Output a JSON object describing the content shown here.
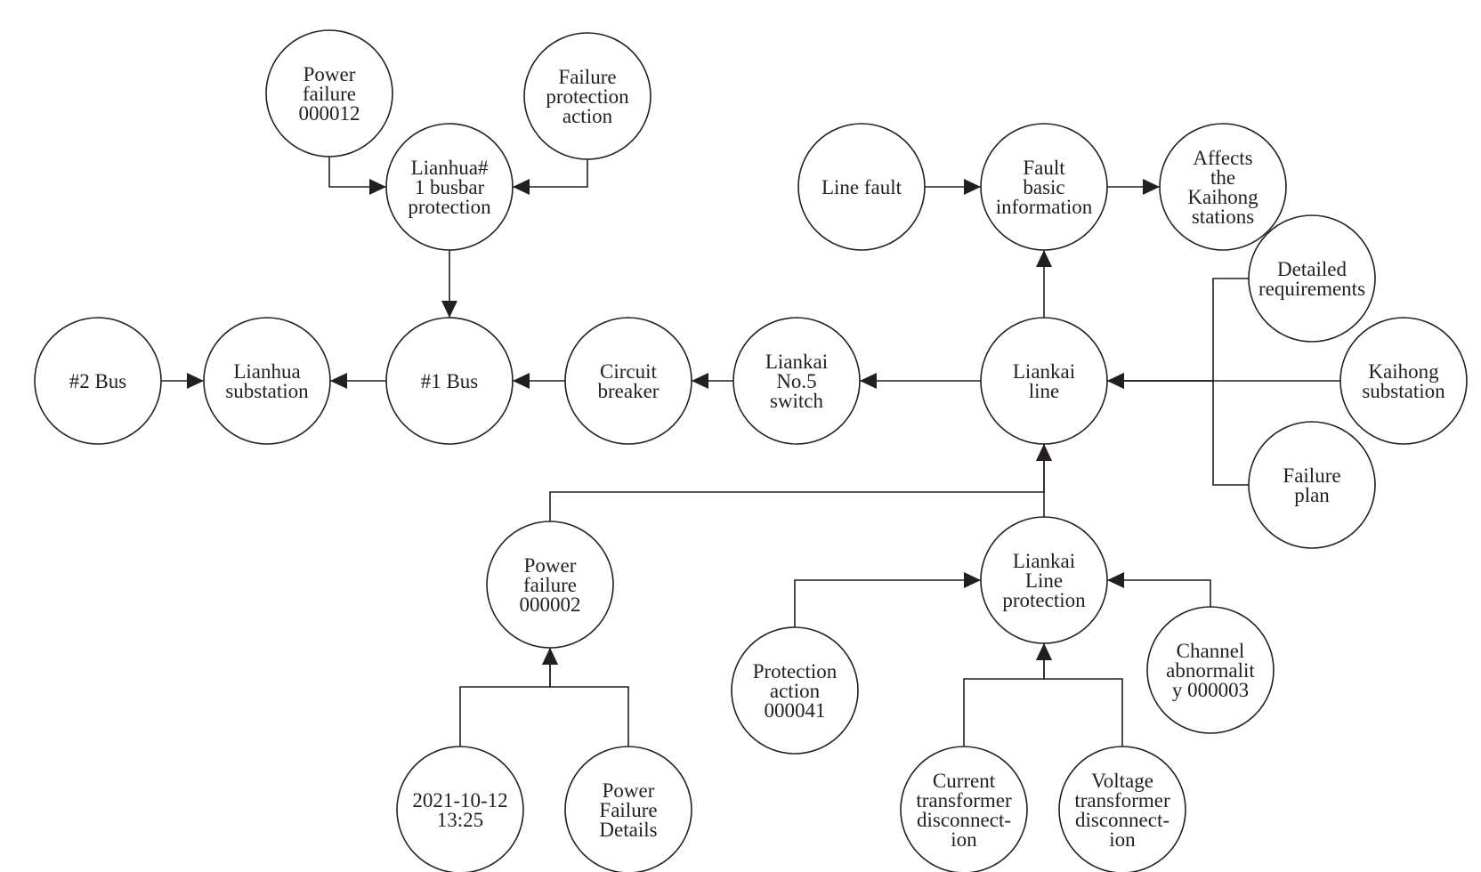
{
  "nodes": [
    {
      "id": "power_failure_000012",
      "lines": [
        "Power",
        "failure",
        "000012"
      ]
    },
    {
      "id": "failure_protection_action",
      "lines": [
        "Failure",
        "protection",
        "action"
      ]
    },
    {
      "id": "lianhua_busbar_protection",
      "lines": [
        "Lianhua#",
        "1 busbar",
        "protection"
      ]
    },
    {
      "id": "line_fault",
      "lines": [
        "Line fault"
      ]
    },
    {
      "id": "fault_basic_information",
      "lines": [
        "Fault",
        "basic",
        "information"
      ]
    },
    {
      "id": "affects_kaihong_stations",
      "lines": [
        "Affects",
        "the",
        "Kaihong",
        "stations"
      ]
    },
    {
      "id": "detailed_requirements",
      "lines": [
        "Detailed",
        "requirements"
      ]
    },
    {
      "id": "bus_2",
      "lines": [
        "#2 Bus"
      ]
    },
    {
      "id": "lianhua_substation",
      "lines": [
        "Lianhua",
        "substation"
      ]
    },
    {
      "id": "bus_1",
      "lines": [
        "#1 Bus"
      ]
    },
    {
      "id": "circuit_breaker",
      "lines": [
        "Circuit",
        "breaker"
      ]
    },
    {
      "id": "liankai_no5_switch",
      "lines": [
        "Liankai",
        "No.5",
        "switch"
      ]
    },
    {
      "id": "liankai_line",
      "lines": [
        "Liankai",
        "line"
      ]
    },
    {
      "id": "kaihong_substation",
      "lines": [
        "Kaihong",
        "substation"
      ]
    },
    {
      "id": "failure_plan",
      "lines": [
        "Failure",
        "plan"
      ]
    },
    {
      "id": "power_failure_000002",
      "lines": [
        "Power",
        "failure",
        "000002"
      ]
    },
    {
      "id": "liankai_line_protection",
      "lines": [
        "Liankai",
        "Line",
        "protection"
      ]
    },
    {
      "id": "protection_action_000041",
      "lines": [
        "Protection",
        "action",
        "000041"
      ]
    },
    {
      "id": "channel_abnormality_000003",
      "lines": [
        "Channel",
        "abnormalit",
        "y 000003"
      ]
    },
    {
      "id": "timestamp_2021_10_12",
      "lines": [
        "2021-10-12",
        "13:25"
      ]
    },
    {
      "id": "power_failure_details",
      "lines": [
        "Power",
        "Failure",
        "Details"
      ]
    },
    {
      "id": "current_transformer_disconnection",
      "lines": [
        "Current",
        "transformer",
        "disconnect-",
        "ion"
      ]
    },
    {
      "id": "voltage_transformer_disconnection",
      "lines": [
        "Voltage",
        "transformer",
        "disconnect-",
        "ion"
      ]
    }
  ],
  "edges": [
    {
      "from": "power_failure_000012",
      "to": "lianhua_busbar_protection"
    },
    {
      "from": "failure_protection_action",
      "to": "lianhua_busbar_protection"
    },
    {
      "from": "lianhua_busbar_protection",
      "to": "bus_1"
    },
    {
      "from": "bus_2",
      "to": "lianhua_substation"
    },
    {
      "from": "bus_1",
      "to": "lianhua_substation"
    },
    {
      "from": "circuit_breaker",
      "to": "bus_1"
    },
    {
      "from": "liankai_no5_switch",
      "to": "circuit_breaker"
    },
    {
      "from": "liankai_line",
      "to": "liankai_no5_switch"
    },
    {
      "from": "line_fault",
      "to": "fault_basic_information"
    },
    {
      "from": "fault_basic_information",
      "to": "affects_kaihong_stations"
    },
    {
      "from": "liankai_line",
      "to": "fault_basic_information"
    },
    {
      "from": "detailed_requirements",
      "to": "liankai_line"
    },
    {
      "from": "kaihong_substation",
      "to": "liankai_line"
    },
    {
      "from": "failure_plan",
      "to": "liankai_line"
    },
    {
      "from": "power_failure_000002",
      "to": "liankai_line"
    },
    {
      "from": "liankai_line_protection",
      "to": "liankai_line"
    },
    {
      "from": "protection_action_000041",
      "to": "liankai_line_protection"
    },
    {
      "from": "channel_abnormality_000003",
      "to": "liankai_line_protection"
    },
    {
      "from": "current_transformer_disconnection",
      "to": "liankai_line_protection"
    },
    {
      "from": "voltage_transformer_disconnection",
      "to": "liankai_line_protection"
    },
    {
      "from": "timestamp_2021_10_12",
      "to": "power_failure_000002"
    },
    {
      "from": "power_failure_details",
      "to": "power_failure_000002"
    }
  ]
}
